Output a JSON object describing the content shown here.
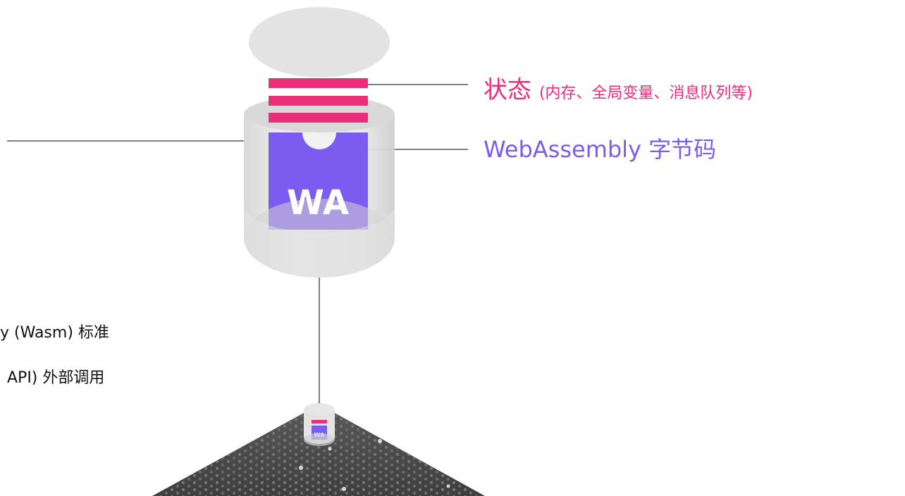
{
  "labels": {
    "state_main": "状态",
    "state_detail": "(内存、全局变量、消息队列等)",
    "bytecode": "WebAssembly 字节码",
    "standard": "y (Wasm) 标准",
    "external_calls": "API) 外部调用"
  },
  "icon": {
    "logo_text": "WA",
    "small_logo_text": "WA"
  },
  "colors": {
    "state_pink": "#ec2d7a",
    "wasm_purple": "#7b5cf0",
    "platform_dark": "#4a4a4a"
  }
}
